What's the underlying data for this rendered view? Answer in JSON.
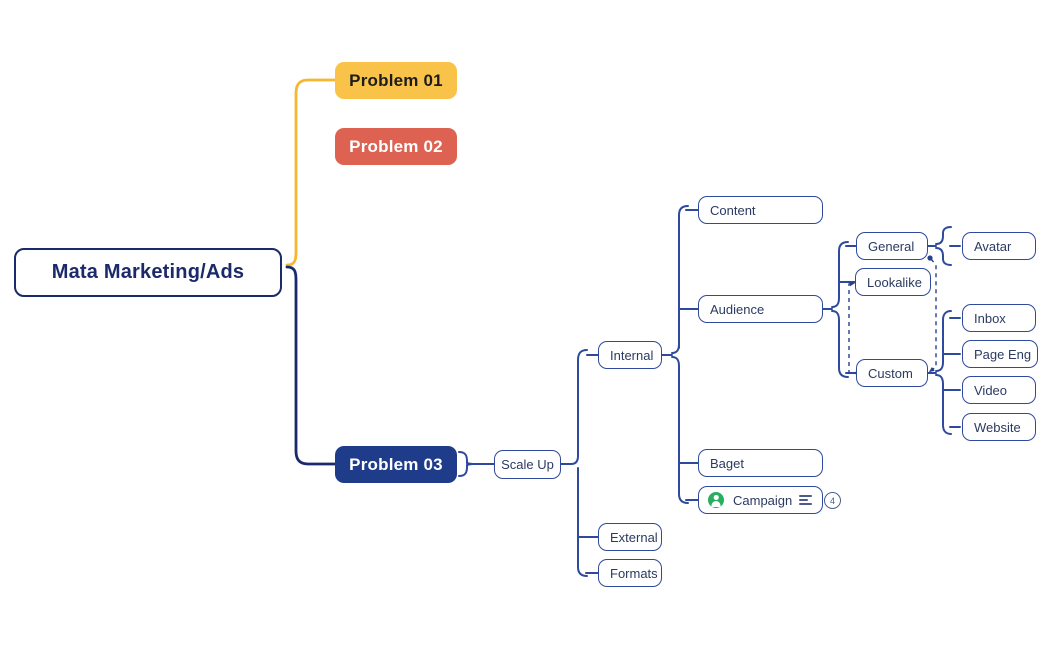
{
  "diagram": {
    "title": "Mata Marketing/Ads",
    "colors": {
      "navy": "#1b2a6b",
      "branch_navy": "#2f4a9c",
      "branch_yellow": "#f5b731",
      "chip_yellow": "#f9c349",
      "chip_red": "#dd6251",
      "chip_navy": "#1f3c8a",
      "avatar_green": "#27ae60"
    }
  },
  "root": {
    "label": "Mata Marketing/Ads"
  },
  "problems": [
    {
      "label": "Problem 01",
      "style": "yellow"
    },
    {
      "label": "Problem 02",
      "style": "red"
    },
    {
      "label": "Problem 03",
      "style": "navy"
    }
  ],
  "scale_up": {
    "label": "Scale Up"
  },
  "branches": [
    {
      "label": "Internal"
    },
    {
      "label": "External"
    },
    {
      "label": "Formats"
    }
  ],
  "internal_children": [
    {
      "label": "Content"
    },
    {
      "label": "Audience"
    },
    {
      "label": "Baget"
    }
  ],
  "campaign": {
    "label": "Campaign",
    "avatar_icon": "avatar-icon",
    "notes_icon": "notes-list-icon",
    "count": "4"
  },
  "audience_children": [
    {
      "label": "General"
    },
    {
      "label": "Lookalike"
    },
    {
      "label": "Custom"
    }
  ],
  "general_children": [
    {
      "label": "Avatar"
    }
  ],
  "custom_children": [
    {
      "label": "Inbox"
    },
    {
      "label": "Page Eng"
    },
    {
      "label": "Video"
    },
    {
      "label": "Website"
    }
  ]
}
